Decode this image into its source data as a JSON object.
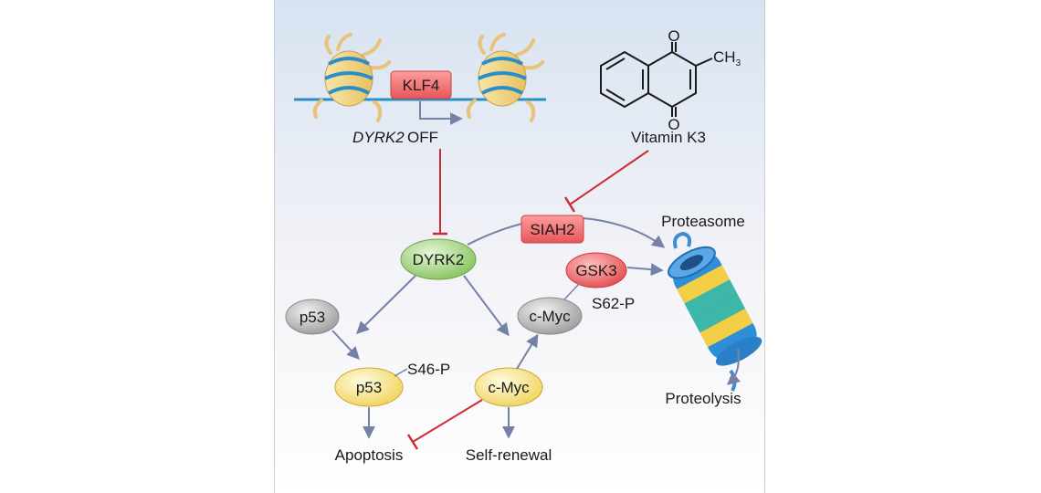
{
  "labels": {
    "klf4": "KLF4",
    "dyrk2_gene": "DYRK2",
    "off": "OFF",
    "vitamin_k3": "Vitamin K3",
    "ch3": "CH",
    "ch3_sub": "3",
    "o_top": "O",
    "o_bottom": "O",
    "siah2": "SIAH2",
    "proteasome": "Proteasome",
    "dyrk2": "DYRK2",
    "gsk3": "GSK3",
    "cmyc_top": "c-Myc",
    "s62p": "S62-P",
    "p53_top": "p53",
    "p53_bottom": "p53",
    "s46p": "S46-P",
    "cmyc_bottom": "c-Myc",
    "apoptosis": "Apoptosis",
    "self_renewal": "Self-renewal",
    "proteolysis": "Proteolysis"
  },
  "colors": {
    "activation_arrow": "#7482a8",
    "inhibition_line": "#cc2b36",
    "red_box": "#ee6b6b",
    "green_node": "#9ed27c",
    "gray_node": "#b9b9b9",
    "yellow_node": "#f6e27c",
    "dna_line": "#2a8fc8"
  }
}
